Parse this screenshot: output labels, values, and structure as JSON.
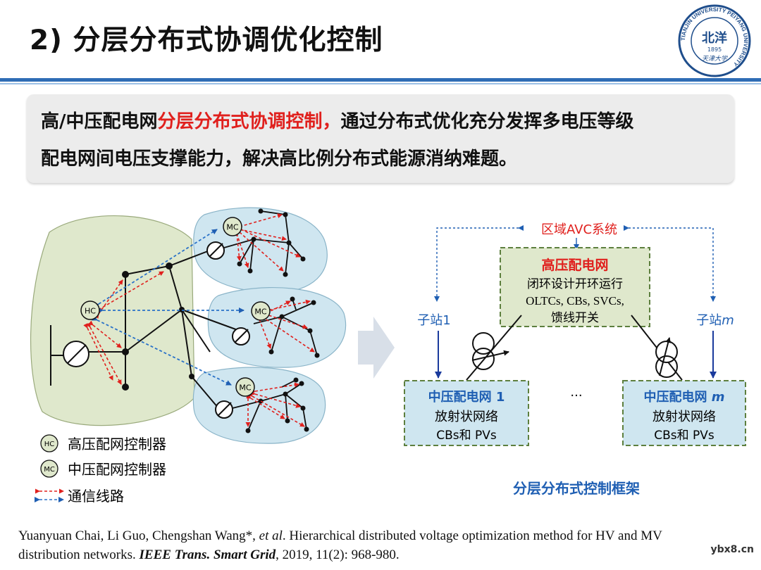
{
  "header": {
    "title": "2) 分层分布式协调优化控制"
  },
  "seal": {
    "outer_text": "TIANJIN UNIVERSITY PEIYANG UNIVERSITY",
    "inner_text": "北洋",
    "year": "1895",
    "signature": "天津大学"
  },
  "summary": {
    "line1_prefix": "高/中压配电网",
    "line1_highlight": "分层分布式协调控制，",
    "line1_suffix": "通过分布式优化充分发挥多电压等级",
    "line2": "配电网间电压支撑能力，解决高比例分布式能源消纳难题。"
  },
  "network": {
    "hc_label": "HC",
    "mc_label": "MC"
  },
  "legend": {
    "hc_symbol": "HC",
    "hc_text": "高压配网控制器",
    "mc_symbol": "MC",
    "mc_text": "中压配网控制器",
    "comm_text": "通信线路"
  },
  "framework": {
    "avc": "区域AVC系统",
    "hv_title": "高压配电网",
    "hv_line1": "闭环设计开环运行",
    "hv_line2": "OLTCs, CBs, SVCs,",
    "hv_line3": "馈线开关",
    "sub1": "子站1",
    "subm_prefix": "子站",
    "subm_var": "m",
    "mv1_title": "中压配电网 1",
    "mv1_line1": "放射状网络",
    "mv1_line2": "CBs和 PVs",
    "mvm_title_prefix": "中压配电网 ",
    "mvm_var": "m",
    "mvm_line1": "放射状网络",
    "mvm_line2": "CBs和 PVs",
    "ellipsis": "···",
    "caption": "分层分布式控制框架"
  },
  "citation": {
    "line1_a": "Yuanyuan Chai, Li Guo, Chengshan Wang*, ",
    "line1_etal": "et al",
    "line1_b": ". Hierarchical distributed voltage optimization method for HV and MV",
    "line2_a": "distribution networks. ",
    "line2_journal": "IEEE Trans. Smart Grid",
    "line2_b": ", 2019, 11(2): 968-980."
  },
  "watermark": "ybx8.cn",
  "colors": {
    "accent_blue": "#2f6db5",
    "highlight_red": "#e0201d",
    "hv_area": "#dfe8cc",
    "mv_area": "#cfe6f0",
    "box_border": "#5d7f3e",
    "blue_text": "#1f5fb3"
  }
}
